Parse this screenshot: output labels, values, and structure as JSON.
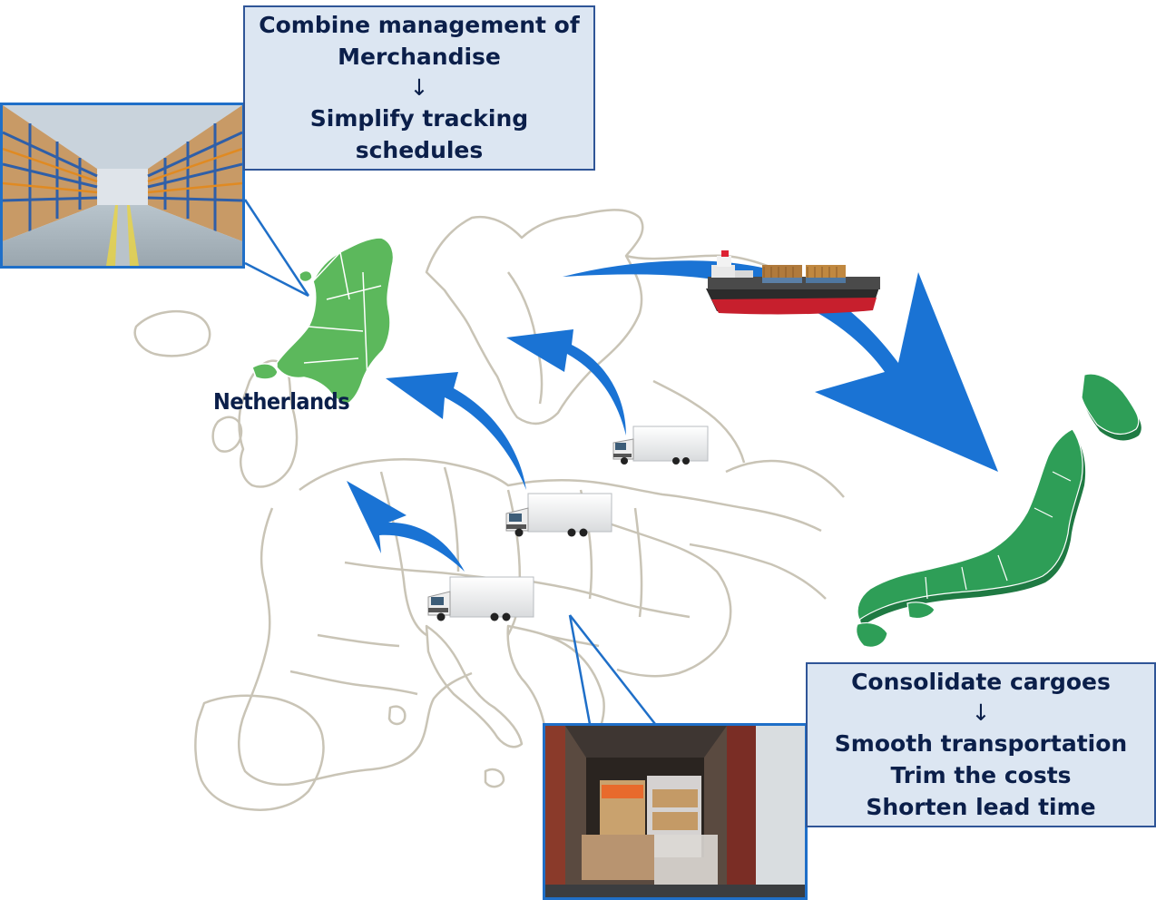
{
  "top_callout": {
    "line1": "Combine management of",
    "line2": "Merchandise",
    "arrow": "↓",
    "line3": "Simplify tracking",
    "line4": "schedules"
  },
  "bottom_callout": {
    "line1": "Consolidate cargoes",
    "arrow": "↓",
    "line2": "Smooth transportation",
    "line3": "Trim the costs",
    "line4": "Shorten lead time"
  },
  "map_label": "Netherlands",
  "colors": {
    "callout_fill": "#dce6f2",
    "callout_border": "#2f5597",
    "text_dark_navy": "#0b1f4a",
    "arrow_blue": "#1a73d4",
    "country_green": "#5cb85c",
    "japan_green": "#2e9e57",
    "map_outline": "#c9c4b6"
  },
  "icons": [
    "warehouse-photo",
    "container-photo",
    "cargo-ship-icon",
    "truck-icon",
    "blue-arrow-icon"
  ]
}
